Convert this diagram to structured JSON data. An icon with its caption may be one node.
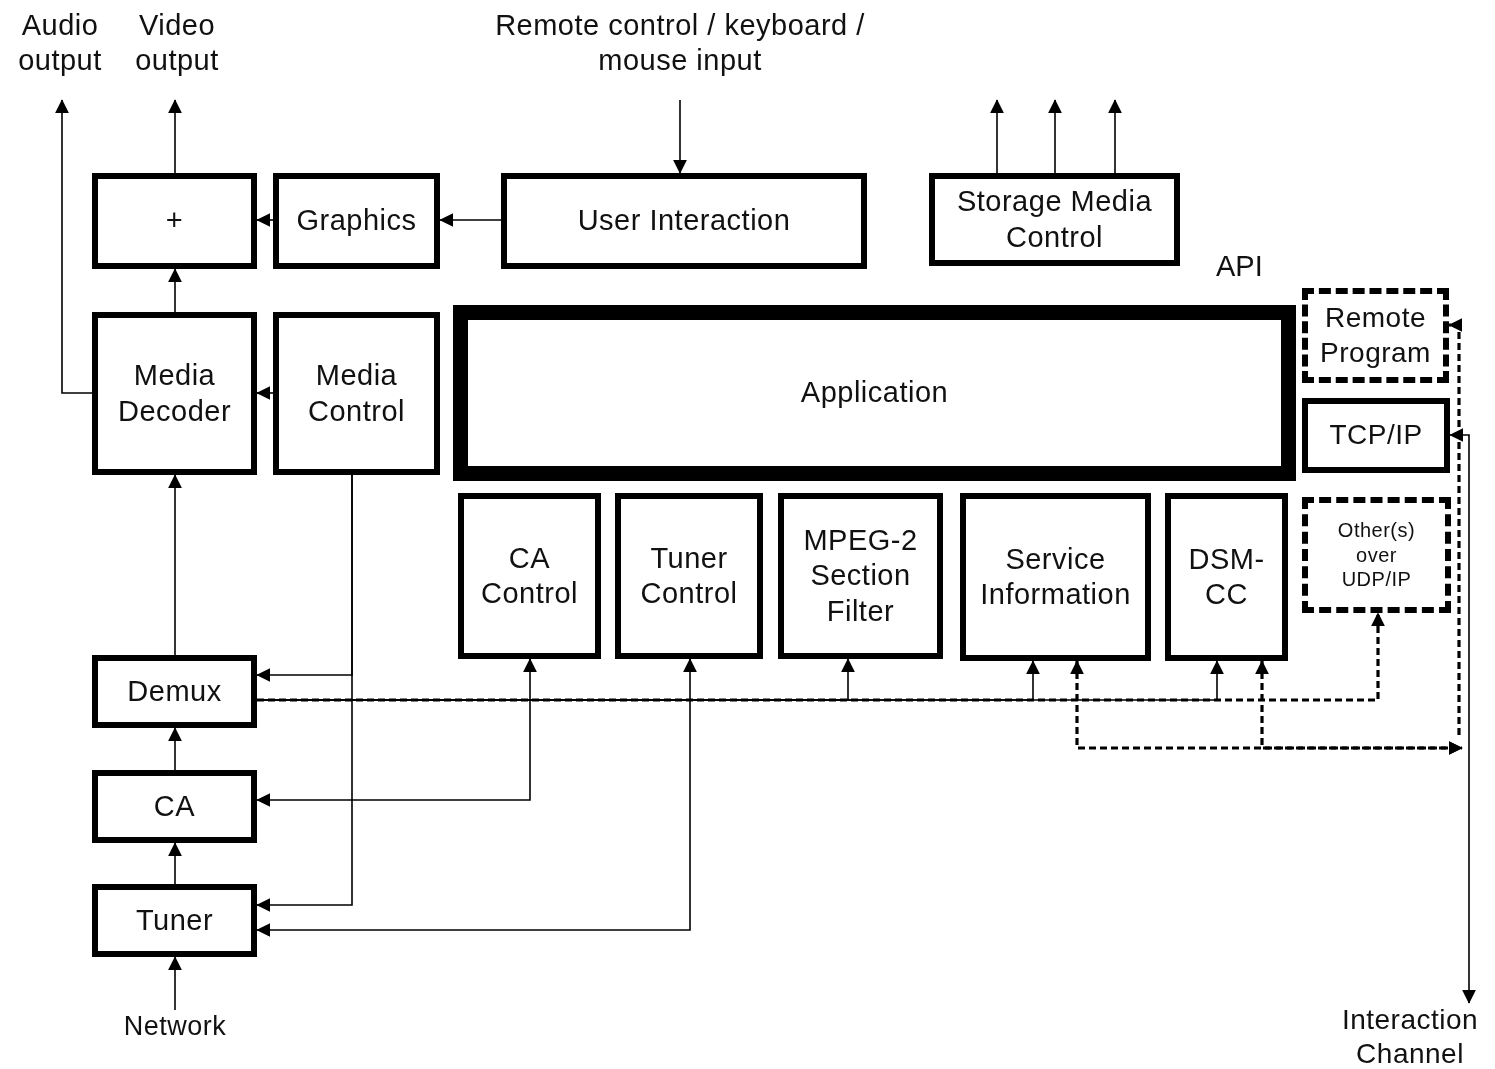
{
  "diagram": {
    "nodes": [
      {
        "text": [
          "Audio output"
        ]
      },
      {
        "text": [
          "Video output"
        ]
      },
      {
        "text": [
          "Remote control / keyboard / mouse input"
        ]
      },
      {
        "text": [
          "+"
        ]
      },
      {
        "text": [
          "Graphics"
        ]
      },
      {
        "text": [
          "User Interaction"
        ]
      },
      {
        "text": [
          "Storage Media Control"
        ]
      },
      {
        "text": [
          "Media Decoder"
        ]
      },
      {
        "text": [
          "Media Control"
        ]
      },
      {
        "text": [
          "Application"
        ]
      },
      {
        "text": [
          "Remote Program"
        ]
      },
      {
        "text": [
          "TCP/IP"
        ]
      },
      {
        "text": [
          "CA Control"
        ]
      },
      {
        "text": [
          "Tuner Control"
        ]
      },
      {
        "text": [
          "MPEG-2 Section Filter"
        ]
      },
      {
        "text": [
          "Service Information"
        ]
      },
      {
        "text": [
          "DSM-CC"
        ]
      },
      {
        "text": [
          "Other(s) over UDP/IP"
        ]
      },
      {
        "text": [
          "Demux"
        ]
      },
      {
        "text": [
          "CA"
        ]
      },
      {
        "text": [
          "Tuner"
        ]
      },
      {
        "text": [
          "Network"
        ]
      },
      {
        "text": [
          "Interaction Channel"
        ]
      }
    ],
    "edges": [
      {
        "from": 7,
        "to": 0,
        "arrow": "to"
      },
      {
        "from": 3,
        "to": 1,
        "arrow": "to"
      },
      {
        "from": 2,
        "to": 5,
        "arrow": "to"
      },
      {
        "from": 5,
        "to": 4,
        "arrow": "to"
      },
      {
        "from": 4,
        "to": 3,
        "arrow": "to"
      },
      {
        "from": 7,
        "to": 3,
        "arrow": "to"
      },
      {
        "from": 8,
        "to": 7,
        "arrow": "to"
      },
      {
        "from": 6,
        "to": null,
        "arrow": "to"
      },
      {
        "from": 6,
        "to": null,
        "arrow": "to"
      },
      {
        "from": 6,
        "to": null,
        "arrow": "to"
      },
      {
        "from": 18,
        "to": 7,
        "arrow": "to"
      },
      {
        "from": 19,
        "to": 18,
        "arrow": "to"
      },
      {
        "from": 20,
        "to": 19,
        "arrow": "to"
      },
      {
        "from": 21,
        "to": 20,
        "arrow": "to"
      },
      {
        "from": 8,
        "to": 18,
        "arrow": "to"
      },
      {
        "from": 8,
        "to": 20,
        "arrow": "to"
      },
      {
        "from": 12,
        "to": 19,
        "arrow": "both"
      },
      {
        "from": 13,
        "to": 20,
        "arrow": "both"
      },
      {
        "from": 18,
        "to": 14,
        "arrow": "to"
      },
      {
        "from": 18,
        "to": 15,
        "arrow": "to"
      },
      {
        "from": 18,
        "to": 16,
        "arrow": "to"
      },
      {
        "from": 18,
        "to": 17,
        "arrow": "to",
        "style": "dashed"
      },
      {
        "from": 15,
        "to": null,
        "arrow": "both",
        "style": "dashed"
      },
      {
        "from": 16,
        "to": null,
        "arrow": "both",
        "style": "dashed"
      },
      {
        "from": null,
        "to": 10,
        "arrow": "to",
        "style": "dashed"
      },
      {
        "from": 11,
        "to": 22,
        "arrow": "both"
      }
    ],
    "labels": [
      "API"
    ]
  }
}
